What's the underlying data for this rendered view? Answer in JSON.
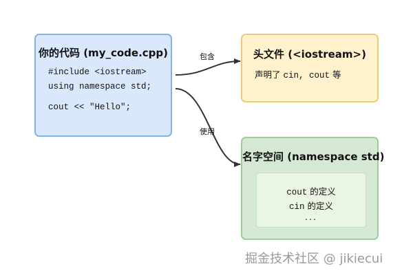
{
  "colors": {
    "code_fill": "#dae8fc",
    "code_border": "#7fb3e6",
    "header_fill": "#fff2cc",
    "header_border": "#f0c878",
    "ns_fill": "#d5e8d4",
    "ns_border": "#9ccf96",
    "inner_fill": "#eaf5e4",
    "inner_border": "#c2e1b8",
    "edge": "#333333"
  },
  "nodes": {
    "code": {
      "title": "你的代码 (my_code.cpp)",
      "lines": [
        "#include <iostream>",
        "using namespace std;",
        "cout << \"Hello\";"
      ]
    },
    "header": {
      "title": "头文件 (<iostream>)",
      "desc_prefix": "声明了 ",
      "desc_code": "cin, cout",
      "desc_suffix": " 等"
    },
    "namespace": {
      "title": "名字空间 (namespace std)",
      "inner_lines": [
        {
          "code": "cout",
          "text": " 的定义"
        },
        {
          "code": "cin",
          "text": " 的定义"
        }
      ],
      "ellipsis": "..."
    }
  },
  "edges": [
    {
      "from": "code",
      "to": "header",
      "label": "包含"
    },
    {
      "from": "code",
      "to": "namespace",
      "label": "使用"
    }
  ],
  "watermark": "掘金技术社区 @ jikiecui"
}
